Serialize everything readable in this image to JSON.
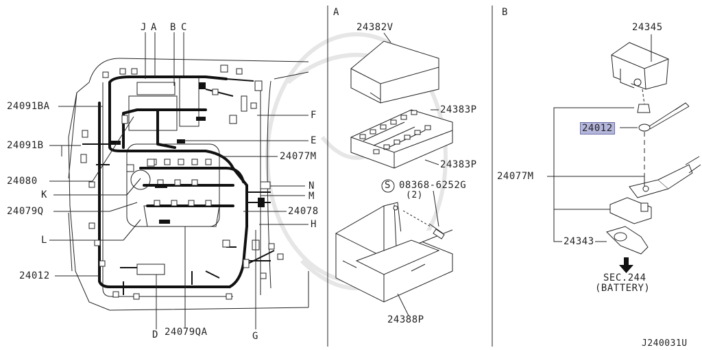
{
  "panels": {
    "a_letter": "A",
    "b_letter": "B"
  },
  "main_labels": {
    "J": "J",
    "A": "A",
    "B": "B",
    "C": "C",
    "24091BA": "24091BA",
    "24091B": "24091B",
    "24080": "24080",
    "24079Q": "24079Q",
    "K": "K",
    "L": "L",
    "24012": "24012",
    "D": "D",
    "24079QA": "24079QA",
    "G": "G",
    "H": "H",
    "24078": "24078",
    "M": "M",
    "N": "N",
    "24077M": "24077M",
    "E": "E",
    "F": "F"
  },
  "panel_a": {
    "p24382V": "24382V",
    "p24383P_top": "24383P",
    "p24383P_bottom": "24383P",
    "bolt_code": "08368-6252G",
    "bolt_s": "S",
    "bolt_qty": "(2)",
    "p24388P": "24388P"
  },
  "panel_b": {
    "p24345": "24345",
    "p24012": "24012",
    "p24077M": "24077M",
    "p24343": "24343",
    "sec": "SEC.244",
    "battery": "(BATTERY)"
  },
  "diagram_id": "J240031U",
  "colors": {
    "line": "#222222",
    "highlight": "#b4b6dc",
    "watermark": "#e9e9e9"
  }
}
